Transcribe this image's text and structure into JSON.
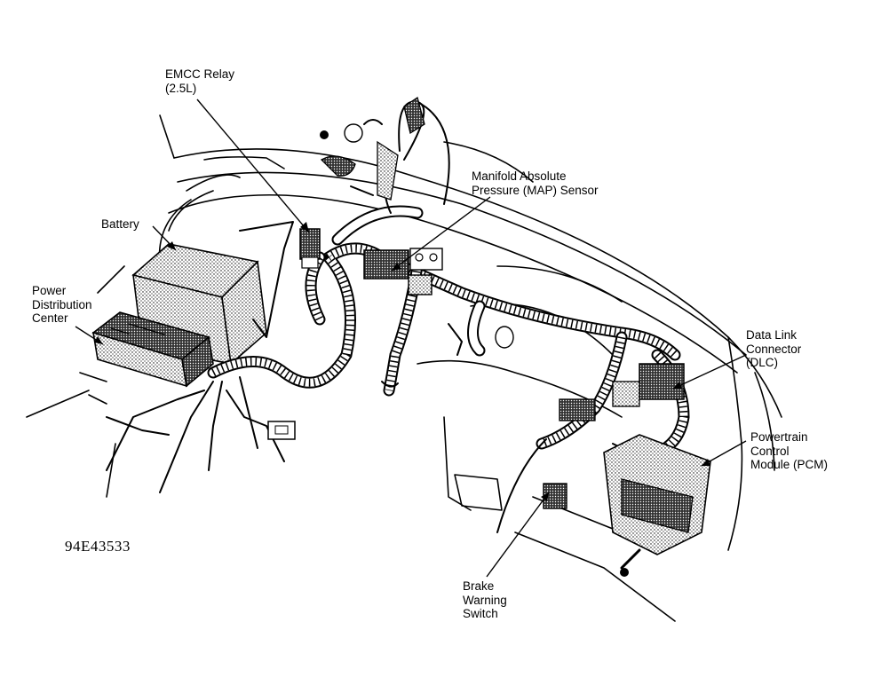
{
  "figure_id": "94E43533",
  "callouts": {
    "emcc_relay": {
      "lines": [
        "EMCC Relay",
        "(2.5L)"
      ]
    },
    "map_sensor": {
      "lines": [
        "Manifold Absolute",
        "Pressure (MAP) Sensor"
      ]
    },
    "battery": {
      "lines": [
        "Battery"
      ]
    },
    "pdc": {
      "lines": [
        "Power",
        "Distribution",
        "Center"
      ]
    },
    "dlc": {
      "lines": [
        "Data Link",
        "Connector",
        "(DLC)"
      ]
    },
    "pcm": {
      "lines": [
        "Powertrain",
        "Control",
        "Module (PCM)"
      ]
    },
    "brake_switch": {
      "lines": [
        "Brake",
        "Warning",
        "Switch"
      ]
    }
  }
}
